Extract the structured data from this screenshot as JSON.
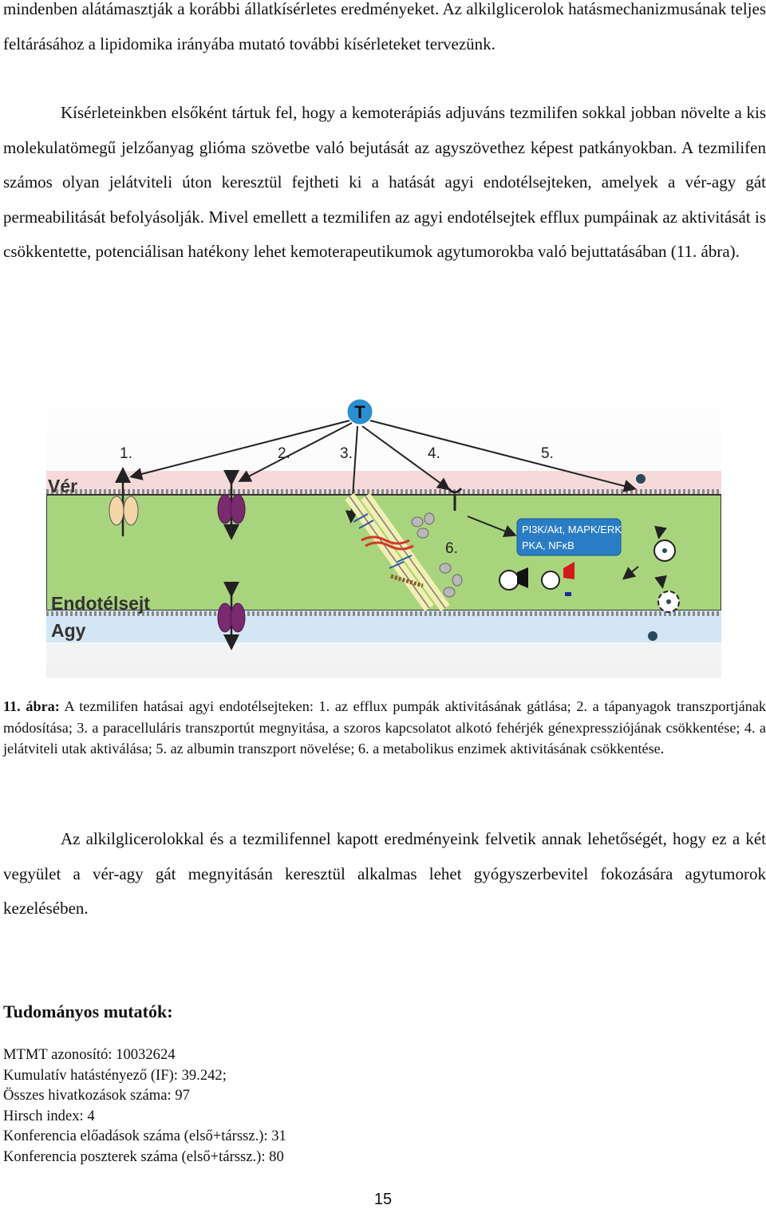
{
  "paragraphs": {
    "p1": "mindenben alátámasztják a korábbi állatkísérletes eredményeket. Az alkilglicerolok hatásmechanizmusának teljes feltárásához a lipidomika irányába mutató további kísérleteket tervezünk.",
    "p2": "Kísérleteinkben elsőként tártuk fel, hogy a kemoterápiás adjuváns tezmilifen sokkal jobban növelte a kis molekulatömegű jelzőanyag glióma szövetbe való bejutását az agyszövethez képest patkányokban. A tezmilifen számos olyan jelátviteli úton keresztül fejtheti ki a hatását agyi endotélsejteken, amelyek a vér-agy gát permeabilitását befolyásolják. Mivel emellett a tezmilifen az agyi endotélsejtek efflux pumpáinak az aktivitását is csökkentette, potenciálisan hatékony lehet kemoterapeutikumok agytumorokba való bejuttatásában (11. ábra).",
    "p3": "Az alkilglicerolokkal és a tezmilifennel kapott eredményeink felvetik annak lehetőségét, hogy ez a két vegyület a vér-agy gát megnyitásán keresztül alkalmas lehet gyógyszerbevitel fokozására agytumorok kezelésében."
  },
  "figure": {
    "center_label": "T",
    "step_labels": [
      "1.",
      "2.",
      "3.",
      "4.",
      "5.",
      "6."
    ],
    "region_blood": "Vér",
    "region_endothelium": "Endotélsejt",
    "region_brain": "Agy",
    "pathway_box_line1": "PI3K/Akt, MAPK/ERK",
    "pathway_box_line2": "PKA, NFκB",
    "colors": {
      "endothelium": "#a8d27a",
      "blood": "#f2c4c4",
      "brain": "#cfe4f2",
      "pathway_box": "#2a7dc4",
      "t_circle": "#2a8fd0",
      "pump": "#7a2a6e"
    }
  },
  "caption": {
    "label": "11. ábra:",
    "text": " A tezmilifen hatásai agyi endotélsejteken: 1. az efflux pumpák aktivitásának gátlása; 2. a tápanyagok transzportjának módosítása; 3. a paracelluláris transzportút megnyitása, a szoros kapcsolatot alkotó fehérjék génexpressziójának csökkentése; 4. a jelátviteli utak aktiválása; 5. az albumin transzport növelése; 6. a metabolikus enzimek aktivitásának csökkentése."
  },
  "section": {
    "heading": "Tudományos mutatók:",
    "metrics": [
      "MTMT azonosító: 10032624",
      "Kumulatív hatástényező (IF): 39.242;",
      "Összes hivatkozások száma: 97",
      "Hirsch index: 4",
      "Konferencia előadások száma (első+társsz.): 31",
      "Konferencia poszterek száma (első+társsz.): 80"
    ]
  },
  "page_number": "15"
}
